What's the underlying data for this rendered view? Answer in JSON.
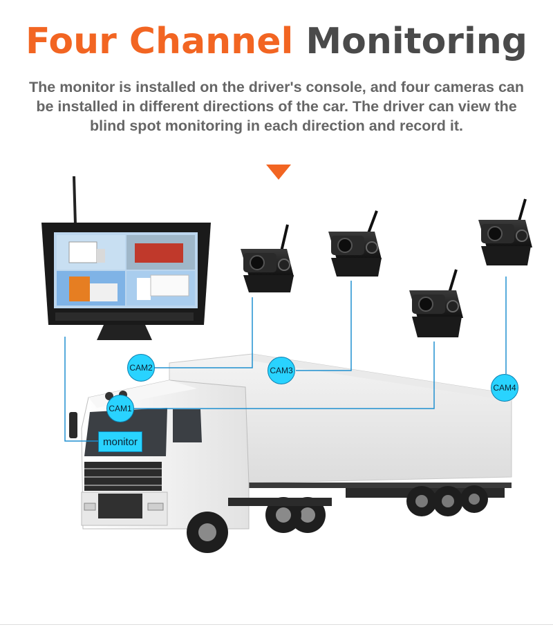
{
  "title": {
    "part1": "Four Channel",
    "part2": "Monitoring"
  },
  "description": "The monitor is installed on the driver's console, and four cameras can be installed in different directions of the car. The driver can view the blind spot monitoring in each direction and record it.",
  "labels": {
    "cam1": "CAM1",
    "cam2": "CAM2",
    "cam3": "CAM3",
    "cam4": "CAM4",
    "monitor": "monitor"
  },
  "colors": {
    "accent": "#f26522",
    "label_bg": "#29d3ff",
    "line": "#1e8fd0",
    "title_dark": "#4a4a4a"
  }
}
